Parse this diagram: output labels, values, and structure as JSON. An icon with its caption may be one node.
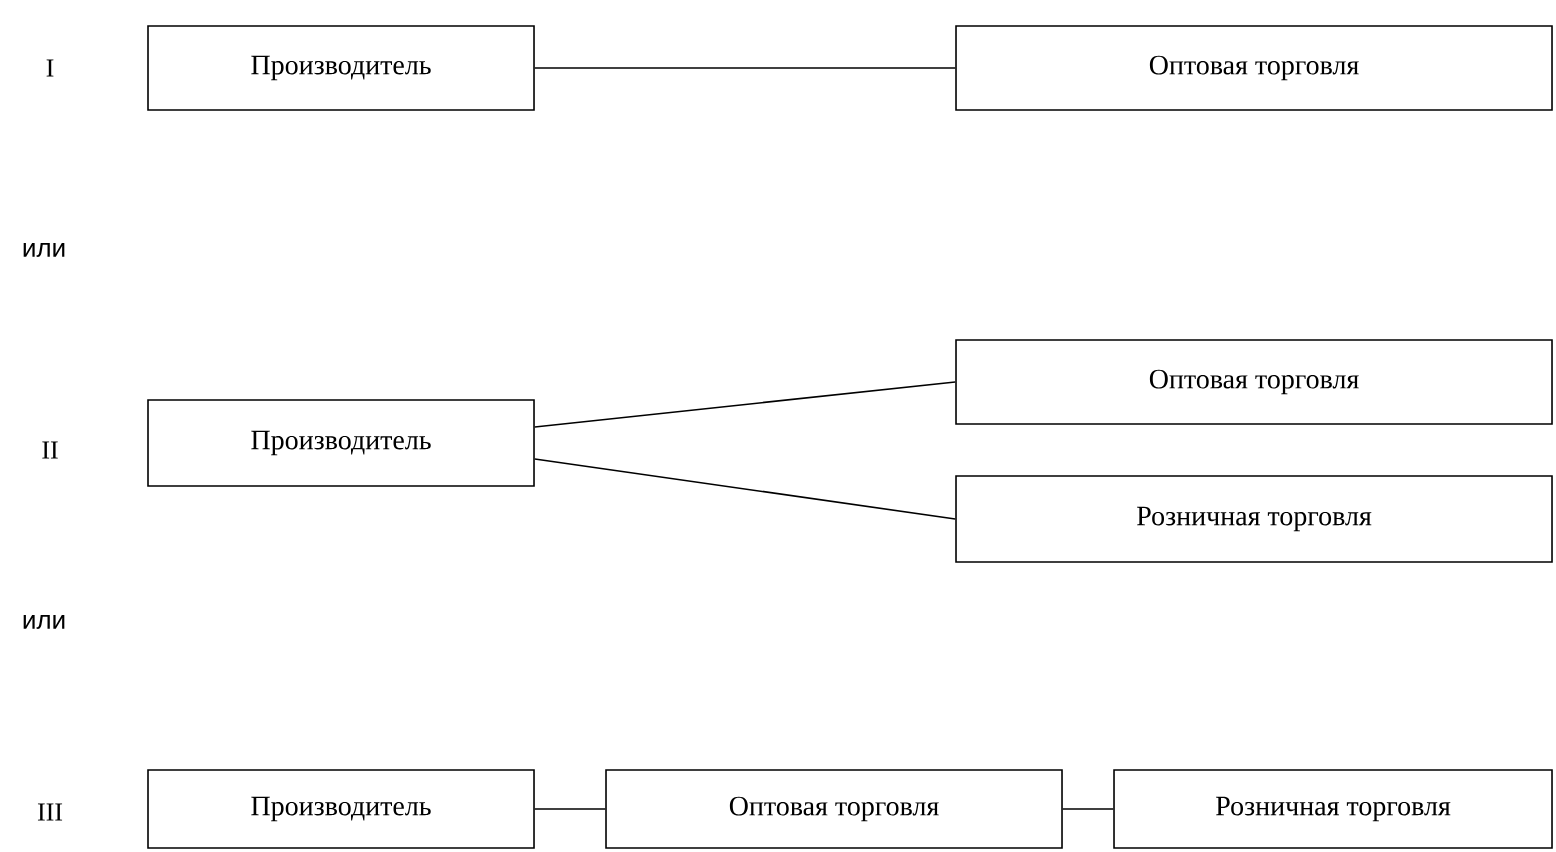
{
  "diagram": {
    "nodes": [
      {
        "text": [
          "Производитель"
        ]
      },
      {
        "text": [
          "Оптовая торговля"
        ]
      },
      {
        "text": [
          "Производитель"
        ]
      },
      {
        "text": [
          "Оптовая торговля"
        ]
      },
      {
        "text": [
          "Розничная торговля"
        ]
      },
      {
        "text": [
          "Производитель"
        ]
      },
      {
        "text": [
          "Оптовая торговля"
        ]
      },
      {
        "text": [
          "Розничная торговля"
        ]
      }
    ],
    "edges": [
      {
        "from": 0,
        "to": 1,
        "arrow": "none"
      },
      {
        "from": 2,
        "to": 3,
        "arrow": "none"
      },
      {
        "from": 2,
        "to": 4,
        "arrow": "none"
      },
      {
        "from": 5,
        "to": 6,
        "arrow": "none"
      },
      {
        "from": 6,
        "to": 7,
        "arrow": "none"
      }
    ],
    "labels": [
      "I",
      "или",
      "II",
      "или",
      "III"
    ]
  }
}
